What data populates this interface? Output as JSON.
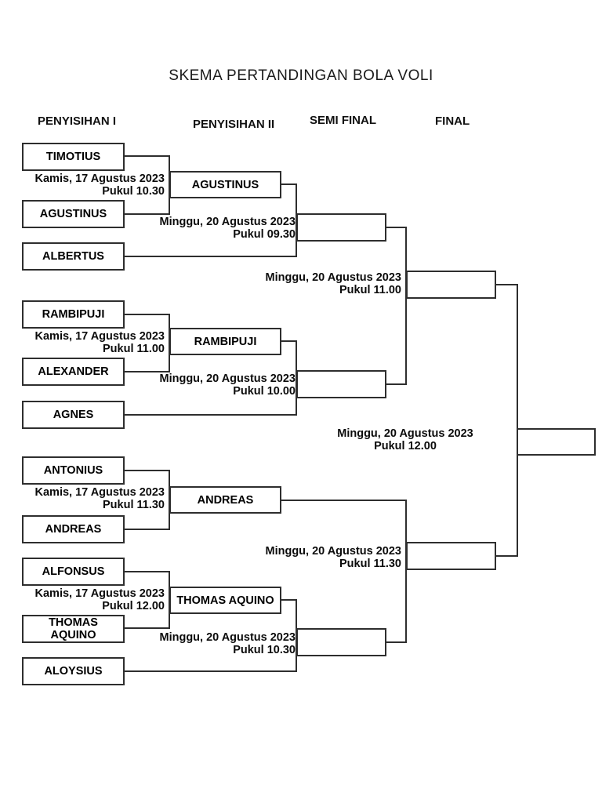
{
  "title": "SKEMA PERTANDINGAN BOLA VOLI",
  "round_headers": {
    "r1": "PENYISIHAN I",
    "r2": "PENYISIHAN II",
    "r3": "SEMI FINAL",
    "r4": "FINAL"
  },
  "penyisihan1": [
    {
      "team1": "TIMOTIUS",
      "team2": "AGUSTINUS",
      "date": "Kamis, 17 Agustus 2023",
      "time": "Pukul 10.30",
      "winner": "AGUSTINUS"
    },
    {
      "team1": "RAMBIPUJI",
      "team2": "ALEXANDER",
      "date": "Kamis, 17 Agustus 2023",
      "time": "Pukul 11.00",
      "winner": "RAMBIPUJI"
    },
    {
      "team1": "ANTONIUS",
      "team2": "ANDREAS",
      "date": "Kamis, 17 Agustus 2023",
      "time": "Pukul 11.30",
      "winner": "ANDREAS"
    },
    {
      "team1": "ALFONSUS",
      "team2": "THOMAS AQUINO",
      "date": "Kamis, 17 Agustus 2023",
      "time": "Pukul 12.00",
      "winner": "THOMAS AQUINO"
    }
  ],
  "penyisihan2": [
    {
      "team2": "ALBERTUS",
      "date": "Minggu, 20 Agustus 2023",
      "time": "Pukul 09.30"
    },
    {
      "team2": "AGNES",
      "date": "Minggu, 20 Agustus 2023",
      "time": "Pukul 10.00"
    },
    {
      "team2": "ALOYSIUS",
      "date": "Minggu, 20 Agustus 2023",
      "time": "Pukul 10.30"
    }
  ],
  "semifinal": [
    {
      "date": "Minggu, 20 Agustus 2023",
      "time": "Pukul 11.00"
    },
    {
      "date": "Minggu, 20 Agustus 2023",
      "time": "Pukul 11.30"
    }
  ],
  "final": {
    "date": "Minggu, 20 Agustus 2023",
    "time": "Pukul 12.00"
  }
}
